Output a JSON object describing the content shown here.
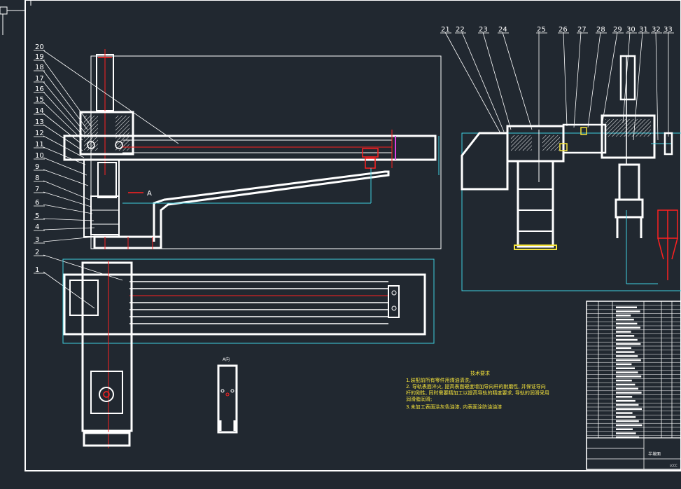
{
  "drawing": {
    "left_labels": [
      "20",
      "19",
      "18",
      "17",
      "16",
      "15",
      "14",
      "13",
      "12",
      "11",
      "10",
      "9",
      "8",
      "7",
      "6",
      "5",
      "4",
      "3",
      "2",
      "1"
    ],
    "right_labels": [
      "21",
      "22",
      "23",
      "24",
      "25",
      "26",
      "27",
      "28",
      "29",
      "30",
      "31",
      "32",
      "33"
    ],
    "view_a_marker": "A",
    "view_a_title": "A向",
    "tech_req": {
      "title": "技术要求",
      "line1": "1.装配前所有零件用煤油清洗;",
      "line2": "2. 导轨表面淬火, 提高表面硬度增加导向杆的耐磨性, 并保证导向",
      "line3": "杆的刚性, 同时需要精加工以提高导轨的精度要求, 导轨的润滑采用",
      "line4": "润滑脂润滑;",
      "line5": "3.未加工表面涂灰色油漆, 内表面涂防油油漆"
    },
    "title_block": {
      "name": "半坡面",
      "code": "LCCC"
    },
    "colors": {
      "background": "#212830",
      "line": "#ffffff",
      "red": "#ff2020",
      "cyan": "#3fd0e0",
      "yellow": "#f5e33a",
      "magenta": "#e040e0"
    }
  }
}
